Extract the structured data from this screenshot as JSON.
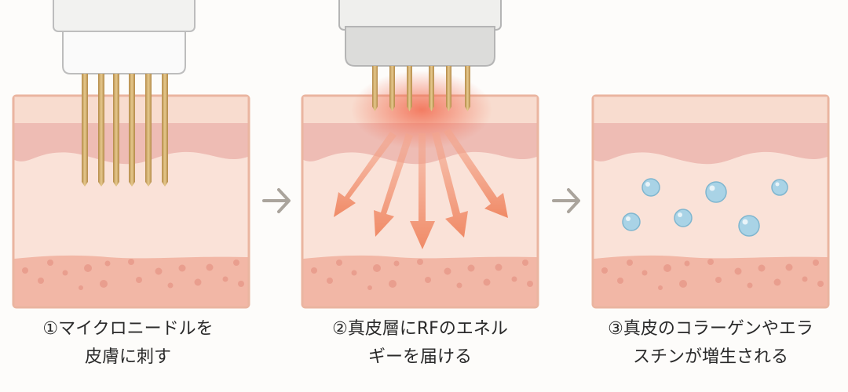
{
  "steps": [
    {
      "line1": "①マイクロニードルを",
      "line2": "皮膚に刺す"
    },
    {
      "line1": "②真皮層にRFのエネル",
      "line2": "ギーを届ける"
    },
    {
      "line1": "③真皮のコラーゲンやエラ",
      "line2": "スチンが増生される"
    }
  ],
  "colors": {
    "epidermis": "#f8dccf",
    "dermis_band": "#eebcb4",
    "dermis": "#fae2d8",
    "subcutis": "#f2b7a6",
    "needle": "#cfa866",
    "rf_arrow": "#f29a7a",
    "bubble": "#a9d3e6",
    "arrow": "#aaa49c"
  }
}
